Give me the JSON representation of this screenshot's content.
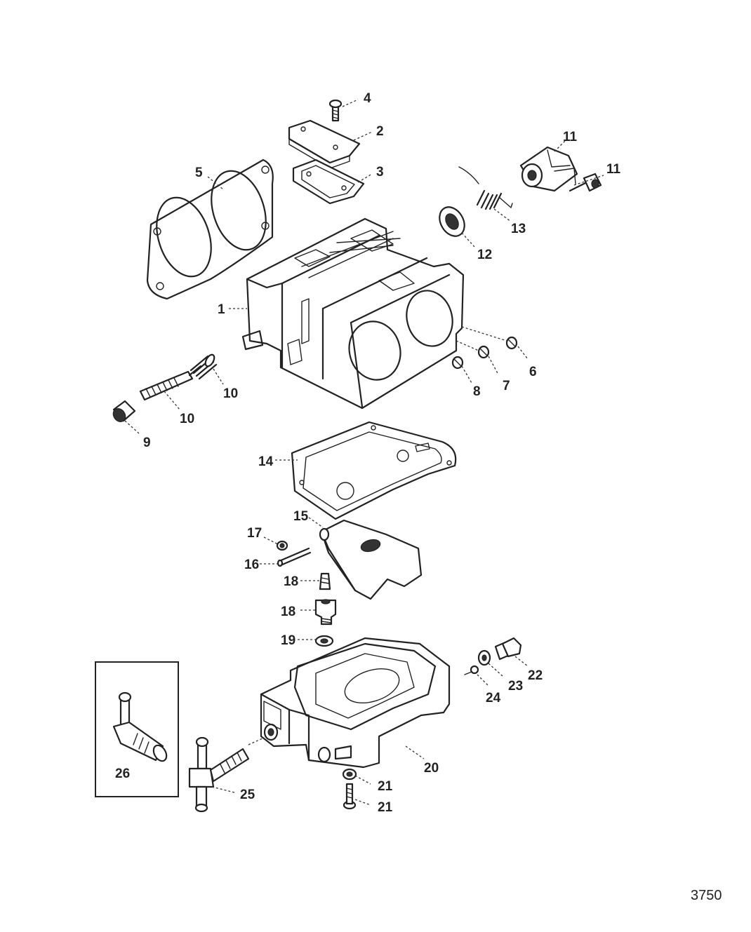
{
  "figure_number": "3750",
  "callouts": [
    {
      "id": "c4",
      "label": "4"
    },
    {
      "id": "c2",
      "label": "2"
    },
    {
      "id": "c3",
      "label": "3"
    },
    {
      "id": "c5",
      "label": "5"
    },
    {
      "id": "c11a",
      "label": "11"
    },
    {
      "id": "c11b",
      "label": "11"
    },
    {
      "id": "c13",
      "label": "13"
    },
    {
      "id": "c12",
      "label": "12"
    },
    {
      "id": "c1",
      "label": "1"
    },
    {
      "id": "c6",
      "label": "6"
    },
    {
      "id": "c7",
      "label": "7"
    },
    {
      "id": "c8",
      "label": "8"
    },
    {
      "id": "c10a",
      "label": "10"
    },
    {
      "id": "c10b",
      "label": "10"
    },
    {
      "id": "c9",
      "label": "9"
    },
    {
      "id": "c14",
      "label": "14"
    },
    {
      "id": "c15",
      "label": "15"
    },
    {
      "id": "c17",
      "label": "17"
    },
    {
      "id": "c16",
      "label": "16"
    },
    {
      "id": "c18a",
      "label": "18"
    },
    {
      "id": "c18b",
      "label": "18"
    },
    {
      "id": "c19",
      "label": "19"
    },
    {
      "id": "c22",
      "label": "22"
    },
    {
      "id": "c23",
      "label": "23"
    },
    {
      "id": "c24",
      "label": "24"
    },
    {
      "id": "c20",
      "label": "20"
    },
    {
      "id": "c26",
      "label": "26"
    },
    {
      "id": "c25",
      "label": "25"
    },
    {
      "id": "c21a",
      "label": "21"
    },
    {
      "id": "c21b",
      "label": "21"
    }
  ]
}
